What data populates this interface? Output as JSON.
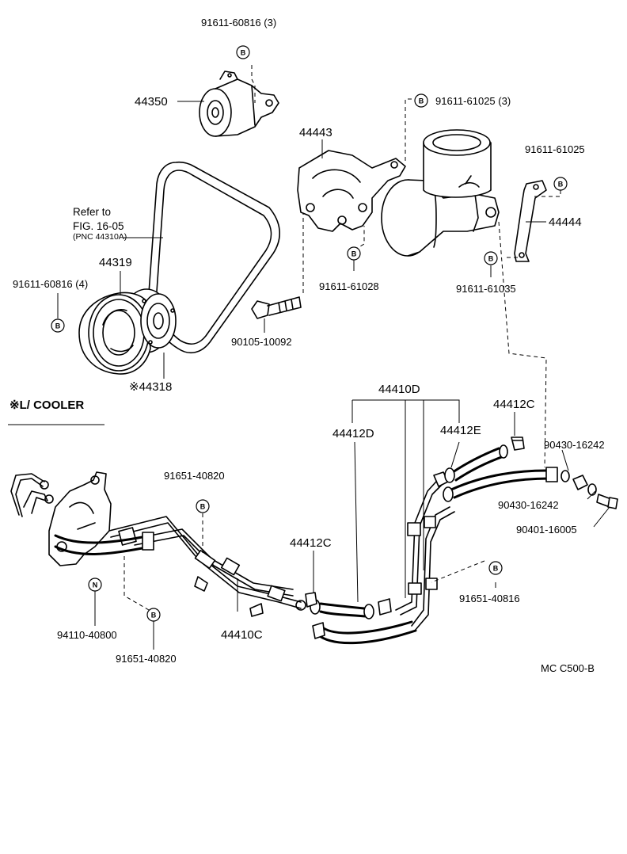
{
  "labels": {
    "p_91611_60816_3": "91611-60816 (3)",
    "p_44350": "44350",
    "p_91611_61025_3": "91611-61025 (3)",
    "p_44443": "44443",
    "p_91611_61025": "91611-61025",
    "p_refer_1": "Refer to",
    "p_refer_2": "FIG. 16-05",
    "p_refer_3": "(PNC 44310A)",
    "p_44444": "44444",
    "p_44319": "44319",
    "p_91611_60816_4": "91611-60816 (4)",
    "p_91611_61028": "91611-61028",
    "p_91611_61035": "91611-61035",
    "p_90105_10092": "90105-10092",
    "p_44318": "※44318",
    "section_cooler": "※L/ COOLER",
    "p_44410D": "44410D",
    "p_44412D": "44412D",
    "p_44412E": "44412E",
    "p_44412C_top": "44412C",
    "p_90430_16242_a": "90430-16242",
    "p_90430_16242_b": "90430-16242",
    "p_90401_16005": "90401-16005",
    "p_91651_40820_top": "91651-40820",
    "p_44412C_mid": "44412C",
    "p_91651_40816": "91651-40816",
    "p_94110_40800": "94110-40800",
    "p_44410C": "44410C",
    "p_91651_40820_bottom": "91651-40820",
    "drawing_code": "MC  C500-B"
  },
  "callouts": {
    "b": "B",
    "n": "N"
  }
}
